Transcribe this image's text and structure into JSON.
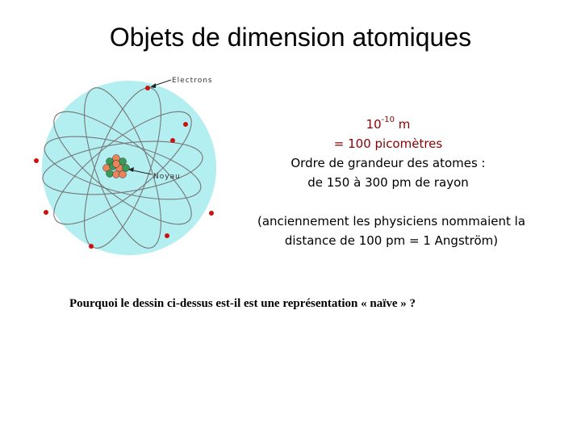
{
  "slide": {
    "title": "Objets de dimension atomiques"
  },
  "diagram": {
    "electrons_label": "Electrons",
    "nucleus_label": "Noyau",
    "colors": {
      "sphere": "#b3eef0",
      "orbit": "#777777",
      "electron": "#cc1111",
      "proton": "#e8835a",
      "neutron": "#3a9a55"
    },
    "icon": "atom-diagram"
  },
  "info": {
    "value_base": "10",
    "value_exponent": "-10",
    "value_unit": " m",
    "picometres": "= 100 picomètres",
    "line_order": "Ordre de grandeur des atomes :",
    "line_range": "de 150 à 300 pm de rayon"
  },
  "note": {
    "line1": "(anciennement les physiciens nommaient la",
    "line2": "distance de 100 pm = 1 Angström)"
  },
  "question": "Pourquoi le dessin ci-dessus est-il est une représentation « naïve » ?"
}
